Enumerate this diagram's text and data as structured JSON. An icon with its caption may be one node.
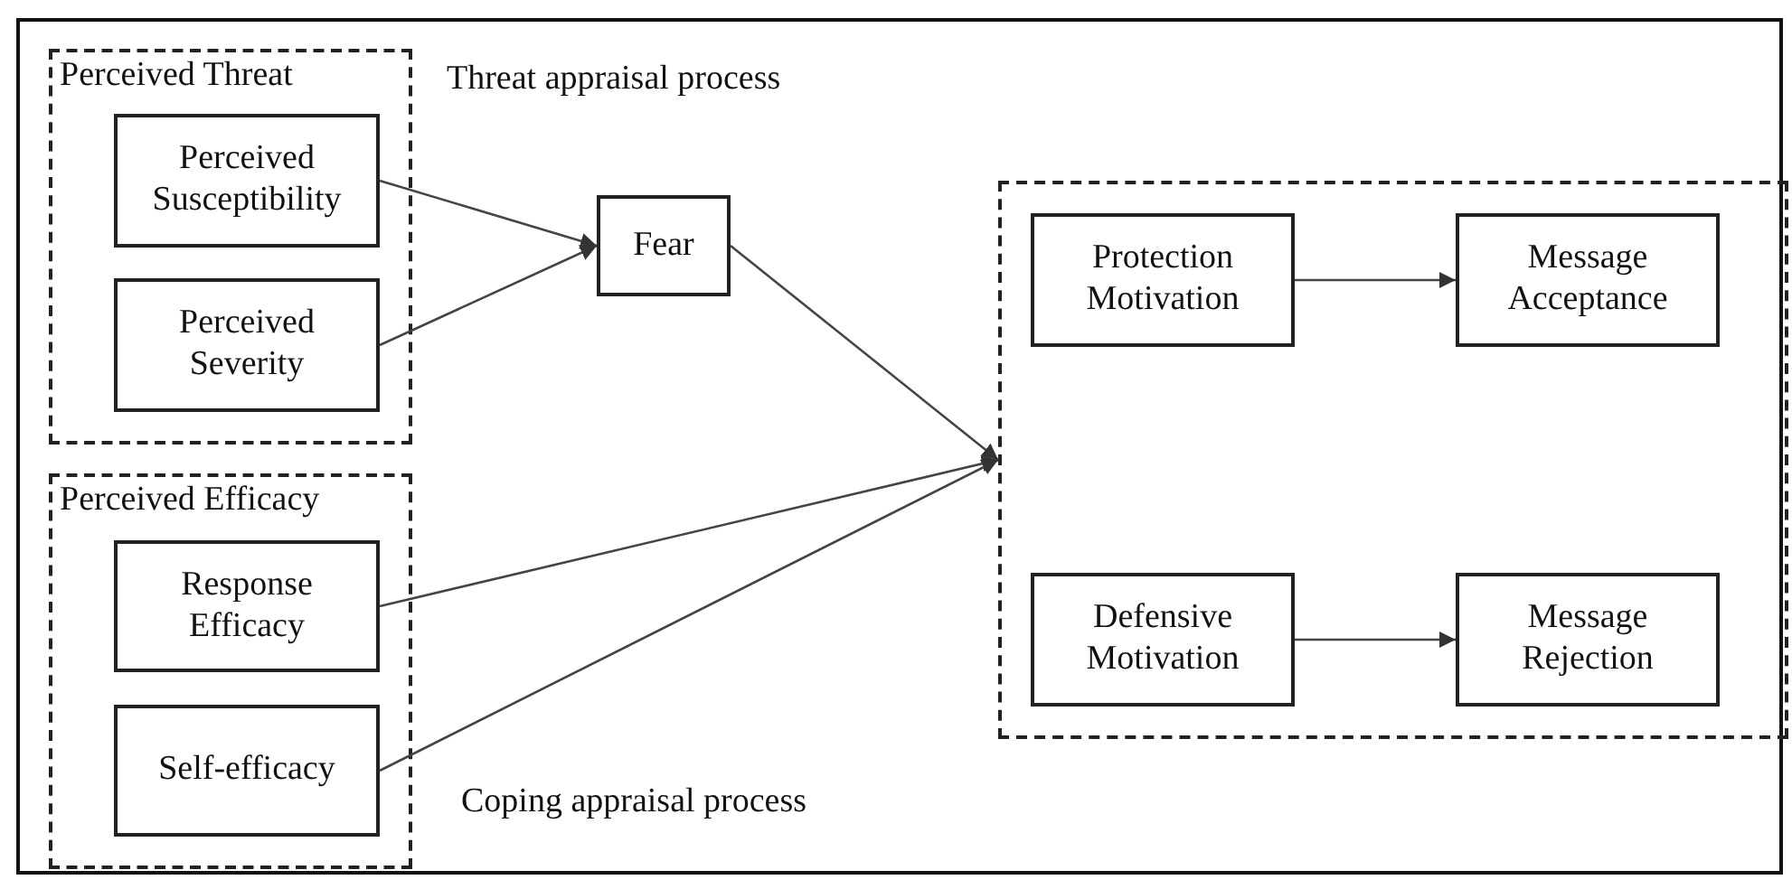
{
  "diagram": {
    "nodes": [
      {
        "text": [
          "Perceived Threat"
        ]
      },
      {
        "text": [
          "Perceived Susceptibility"
        ],
        "in": 0
      },
      {
        "text": [
          "Perceived Severity"
        ],
        "in": 0
      },
      {
        "text": [
          "Fear"
        ]
      },
      {
        "text": [
          "Perceived Efficacy"
        ]
      },
      {
        "text": [
          "Response Efficacy"
        ],
        "in": 4
      },
      {
        "text": [
          "Self-efficacy"
        ],
        "in": 4
      },
      {
        "text": [],
        "shape": "box"
      },
      {
        "text": [
          "Protection Motivation"
        ],
        "in": 7
      },
      {
        "text": [
          "Message Acceptance"
        ],
        "in": 7
      },
      {
        "text": [
          "Defensive Motivation"
        ],
        "in": 7
      },
      {
        "text": [
          "Message Rejection"
        ],
        "in": 7
      }
    ],
    "edges": [
      {
        "from": 1,
        "to": 3,
        "arrow": "to"
      },
      {
        "from": 2,
        "to": 3,
        "arrow": "to"
      },
      {
        "from": 3,
        "to": 7,
        "arrow": "to"
      },
      {
        "from": 5,
        "to": 7,
        "arrow": "to"
      },
      {
        "from": 6,
        "to": 7,
        "arrow": "to"
      },
      {
        "from": 8,
        "to": 9,
        "arrow": "to"
      },
      {
        "from": 10,
        "to": 11,
        "arrow": "to"
      }
    ],
    "labels": [
      "Threat appraisal process",
      "Coping appraisal process"
    ]
  }
}
